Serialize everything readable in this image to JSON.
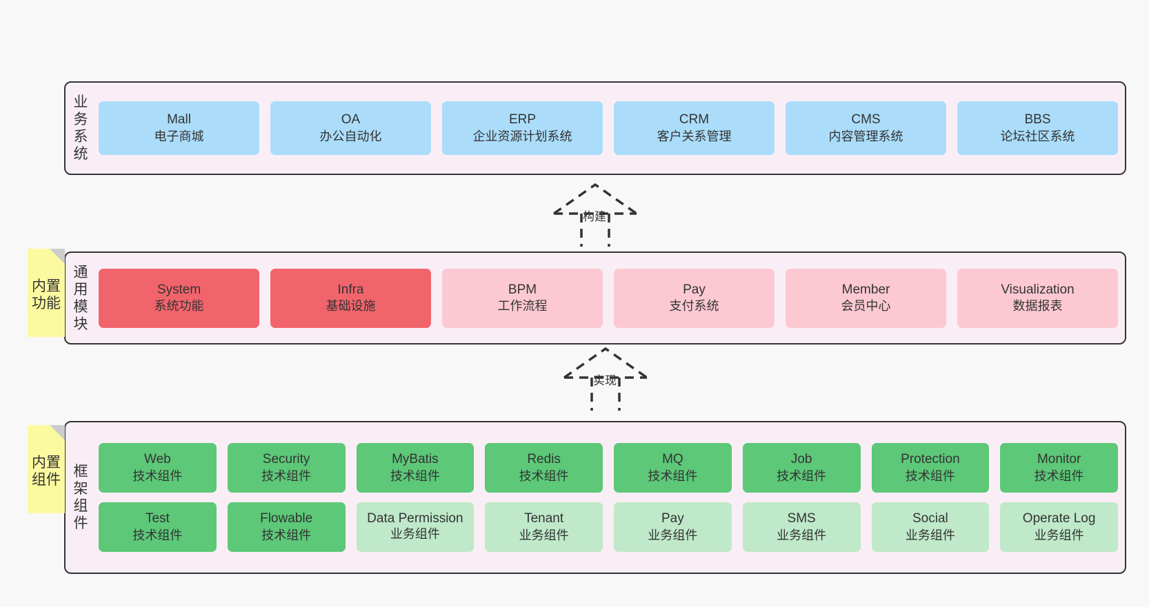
{
  "diagram": {
    "title": "",
    "background": "#f8f8f8",
    "layer_bg": "#faeef6",
    "layer_border": "#333333",
    "colors": {
      "business": "#abddfb",
      "module_primary": "#f2646c",
      "module_secondary": "#fcc9d3",
      "framework_tech": "#5cc878",
      "framework_biz": "#bfe9c9",
      "note": "#fcfaa0",
      "note_fold": "#cccccc"
    }
  },
  "layers": [
    {
      "id": "business-system",
      "title": "业务系统",
      "note": null,
      "rows": [
        [
          {
            "name": "Mall",
            "desc": "电子商城"
          },
          {
            "name": "OA",
            "desc": "办公自动化"
          },
          {
            "name": "ERP",
            "desc": "企业资源计划系统"
          },
          {
            "name": "CRM",
            "desc": "客户关系管理"
          },
          {
            "name": "CMS",
            "desc": "内容管理系统"
          },
          {
            "name": "BBS",
            "desc": "论坛社区系统"
          }
        ]
      ]
    },
    {
      "id": "common-module",
      "title": "通用模块",
      "note": "内置功能",
      "rows": [
        [
          {
            "name": "System",
            "desc": "系统功能"
          },
          {
            "name": "Infra",
            "desc": "基础设施"
          },
          {
            "name": "BPM",
            "desc": "工作流程"
          },
          {
            "name": "Pay",
            "desc": "支付系统"
          },
          {
            "name": "Member",
            "desc": "会员中心"
          },
          {
            "name": "Visualization",
            "desc": "数据报表"
          }
        ]
      ]
    },
    {
      "id": "framework-component",
      "title": "框架组件",
      "note": "内置组件",
      "rows": [
        [
          {
            "name": "Web",
            "desc": "技术组件"
          },
          {
            "name": "Security",
            "desc": "技术组件"
          },
          {
            "name": "MyBatis",
            "desc": "技术组件"
          },
          {
            "name": "Redis",
            "desc": "技术组件"
          },
          {
            "name": "MQ",
            "desc": "技术组件"
          },
          {
            "name": "Job",
            "desc": "技术组件"
          },
          {
            "name": "Protection",
            "desc": "技术组件"
          },
          {
            "name": "Monitor",
            "desc": "技术组件"
          }
        ],
        [
          {
            "name": "Test",
            "desc": "技术组件"
          },
          {
            "name": "Flowable",
            "desc": "技术组件"
          },
          {
            "name": "Data Permission",
            "desc": "业务组件"
          },
          {
            "name": "Tenant",
            "desc": "业务组件"
          },
          {
            "name": "Pay",
            "desc": "业务组件"
          },
          {
            "name": "SMS",
            "desc": "业务组件"
          },
          {
            "name": "Social",
            "desc": "业务组件"
          },
          {
            "name": "Operate Log",
            "desc": "业务组件"
          }
        ]
      ]
    }
  ],
  "connectors": [
    {
      "id": "build",
      "label": "构建",
      "from": "common-module",
      "to": "business-system"
    },
    {
      "id": "implement",
      "label": "实现",
      "from": "framework-component",
      "to": "common-module"
    }
  ]
}
